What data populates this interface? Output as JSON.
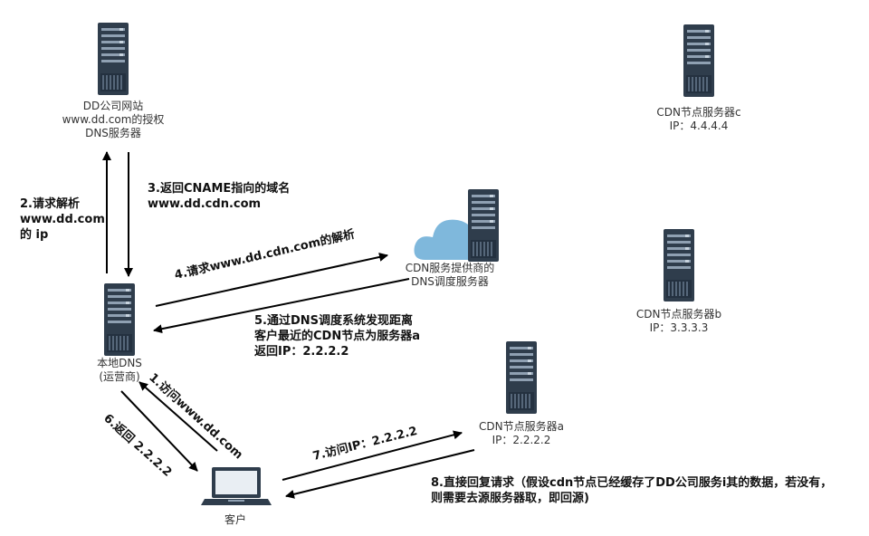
{
  "nodes": {
    "dd_dns": {
      "line1": "DD公司网站",
      "line2": "www.dd.com的授权",
      "line3": "DNS服务器"
    },
    "cdn_c": {
      "line1": "CDN节点服务器c",
      "line2": "IP：4.4.4.4"
    },
    "cdn_dns": {
      "line1": "CDN服务提供商的",
      "line2": "DNS调度服务器"
    },
    "cdn_b": {
      "line1": "CDN节点服务器b",
      "line2": "IP：3.3.3.3"
    },
    "local_dns": {
      "line1": "本地DNS",
      "line2": "(运营商)"
    },
    "cdn_a": {
      "line1": "CDN节点服务器a",
      "line2": "IP：2.2.2.2"
    },
    "client": {
      "line1": "客户"
    }
  },
  "steps": {
    "s1": "1.访问www.dd.com",
    "s2": {
      "line1": "2.请求解析",
      "line2": "www.dd.com",
      "line3": "的 ip"
    },
    "s3": {
      "line1": "3.返回CNAME指向的域名",
      "line2": "www.dd.cdn.com"
    },
    "s4": "4.请求www.dd.cdn.com的解析",
    "s5": {
      "line1": "5.通过DNS调度系统发现距离",
      "line2": "客户最近的CDN节点为服务器a",
      "line3": "返回IP：2.2.2.2"
    },
    "s6": "6.返回 2.2.2.2",
    "s7": "7.访问IP：2.2.2.2",
    "s8": {
      "line1": "8.直接回复请求（假设cdn节点已经缓存了DD公司服务i其的数据，若没有，",
      "line2": "则需要去源服务器取，即回源)"
    }
  },
  "colors": {
    "server_body": "#2f3d4c",
    "server_slot": "#8fa0b2",
    "cloud": "#7fb8dc",
    "arrow": "#000000"
  },
  "icons": [
    "server-icon",
    "cloud-icon",
    "laptop-icon"
  ]
}
